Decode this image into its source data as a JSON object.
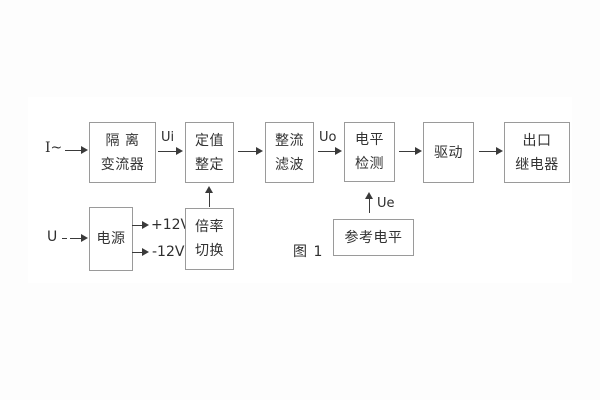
{
  "figure": {
    "caption": "图 1"
  },
  "inputs": {
    "current_label": "I~",
    "voltage_label": "U"
  },
  "signals": {
    "ui": "Ui",
    "uo": "Uo",
    "ue": "Ue",
    "plus12v": "+12V",
    "minus12v": "-12V"
  },
  "blocks": {
    "isolation": {
      "line1": "隔 离",
      "line2": "变流器"
    },
    "setpoint": {
      "line1": "定值",
      "line2": "整定"
    },
    "rectifier": {
      "line1": "整流",
      "line2": "滤波"
    },
    "level_detect": {
      "line1": "电平",
      "line2": "检测"
    },
    "drive": {
      "label": "驱动"
    },
    "output_relay": {
      "line1": "出口",
      "line2": "继电器"
    },
    "power": {
      "label": "电源"
    },
    "ratio_switch": {
      "line1": "倍率",
      "line2": "切换"
    },
    "reference": {
      "label": "参考电平"
    }
  },
  "colors": {
    "background": "#fdfdfd",
    "panel": "#ffffff",
    "box_border": "#9a9a9a",
    "line": "#3a3a3a",
    "text": "#333333"
  }
}
